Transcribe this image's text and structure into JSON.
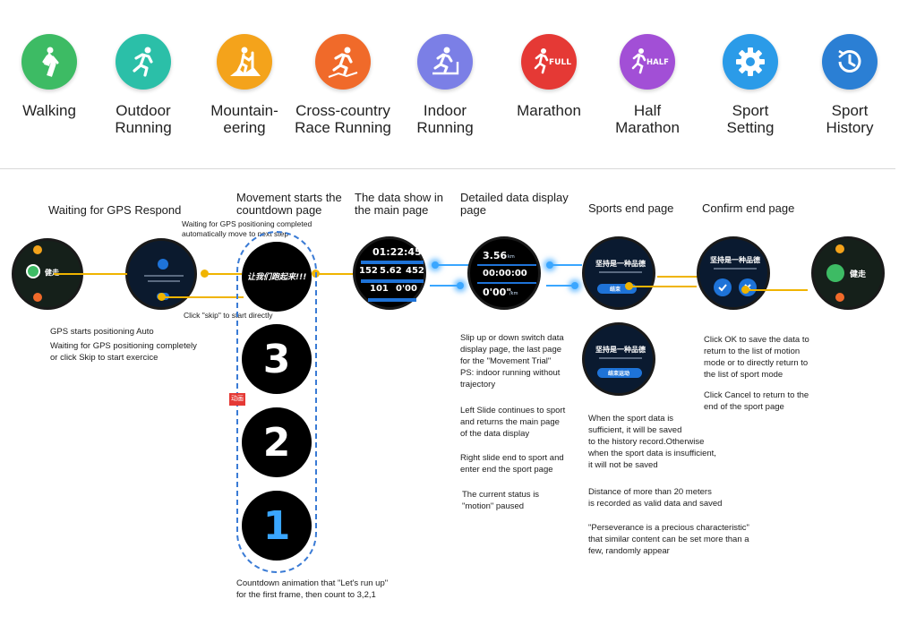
{
  "sports": [
    {
      "label": "Walking",
      "color": "#3dbb64",
      "icon": "walking-icon"
    },
    {
      "label": "Outdoor\nRunning",
      "color": "#2bbfa8",
      "icon": "running-icon"
    },
    {
      "label": "Mountain-\neering",
      "color": "#f4a31b",
      "icon": "mountaineering-icon"
    },
    {
      "label": "Cross-country\nRace Running",
      "color": "#f06a2a",
      "icon": "cross-country-icon"
    },
    {
      "label": "Indoor\nRunning",
      "color": "#7b7fe6",
      "icon": "treadmill-icon"
    },
    {
      "label": "Marathon",
      "color": "#e53935",
      "icon": "marathon-icon",
      "badge": "FULL"
    },
    {
      "label": "Half\nMarathon",
      "color": "#a24fd6",
      "icon": "half-marathon-icon",
      "badge": "HALF"
    },
    {
      "label": "Sport\nSetting",
      "color": "#2b9be8",
      "icon": "gear-icon"
    },
    {
      "label": "Sport\nHistory",
      "color": "#2b7fd4",
      "icon": "history-icon"
    }
  ],
  "headings": {
    "gps": "Waiting for GPS Respond",
    "countdown": "Movement starts the\ncountdown page",
    "main": "The data show in\nthe main page",
    "detail": "Detailed data display\npage",
    "end": "Sports end page",
    "confirm": "Confirm end page"
  },
  "notes": {
    "gps_complete": "Waiting for GPS positioning completed\nautomatically move to next step",
    "skip": "Click \"skip\" to start directly",
    "gps_auto": "GPS starts positioning Auto",
    "gps_wait": "Waiting for GPS positioning completely\nor click Skip to start exercice",
    "countdown_anim": "Countdown animation that \"Let's run up\"\nfor the first frame, then count to 3,2,1",
    "detail_1": "Slip up or down switch data\ndisplay page, the last page\nfor the \"Movement Trial\"\n PS: indoor running without\ntrajectory",
    "detail_2": "Left Slide continues to sport\nand returns the main page\nof the data display",
    "detail_3": "Right slide end to sport and\nenter end the sport page",
    "detail_4": "The current status is\n\"motion\" paused",
    "end_1": "When the sport data is\nsufficient, it will be saved\nto the history record.Otherwise\nwhen the sport data is insufficient,\nit will not be saved",
    "end_2": "Distance of more than 20 meters\nis recorded as valid data and saved",
    "end_3": "\"Perseverance is a precious characteristic\"\nthat similar content can be set more than a\nfew, randomly appear",
    "confirm_1": "Click OK to save the data to\nreturn to the list of motion\nmode or to directly return to\nthe list of sport mode",
    "confirm_2": "Click Cancel to return to the\nend of the sport page"
  },
  "countdown": {
    "n3": "3",
    "n2": "2",
    "n1": "1",
    "tag": "动画",
    "slogan": "让我们跑起来!!!"
  },
  "main_watch": {
    "time": "01:22:45",
    "hr": "152",
    "dist": "5.62",
    "cal": "452",
    "cad": "101",
    "pace": "0'00"
  },
  "detail_watch": {
    "dist": "3.56",
    "dist_unit": "km",
    "duration": "00:00:00",
    "pace": "0'00\"",
    "pace_unit": "/km"
  },
  "end_watch": {
    "slogan": "坚持是一种品德",
    "button": "结束"
  },
  "end_watch2": {
    "slogan": "坚持是一种品德",
    "button": "结束运动"
  },
  "confirm_watch": {
    "slogan": "坚持是一种品德"
  },
  "menu_watch": {
    "item1": "健走"
  },
  "final_watch": {
    "item1": "健走"
  },
  "colors": {
    "arrow": "#f0b400",
    "glow": "#3aa6ff",
    "dash": "#3a7bd5"
  }
}
